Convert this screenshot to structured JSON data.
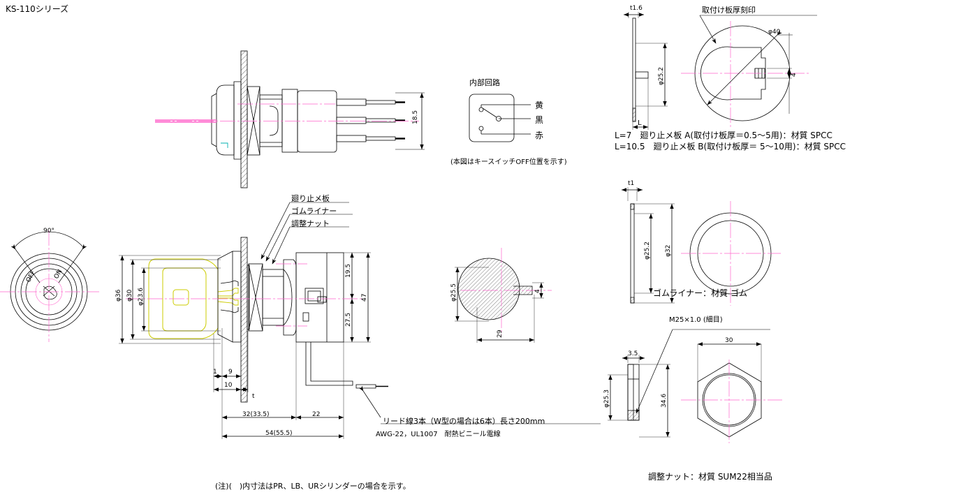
{
  "drawing": {
    "title": "KS-110シリーズ",
    "footnote": "(注)(　)内寸法はPR、LB、URシリンダーの場合を示す。"
  },
  "front_view": {
    "angle_label": "90°",
    "off_label": "OFF",
    "on_label": "ON"
  },
  "top_assembly": {
    "dim_height": "18.5",
    "label_plate": "廻り止メ板"
  },
  "circuit": {
    "title": "内部回路",
    "wire_yellow": "黄",
    "wire_black": "黒",
    "wire_red": "赤",
    "note": "(本図はキースイッチOFF位置を示す)"
  },
  "main_view": {
    "dim_d36": "φ36",
    "dim_d30": "φ30",
    "dim_d236": "φ23.6",
    "dim_1": "1",
    "dim_9": "9",
    "dim_10": "10",
    "dim_t": "t",
    "dim_32": "32(33.5)",
    "dim_22": "22",
    "dim_54": "54(55.5)",
    "dim_195": "19.5",
    "dim_275": "27.5",
    "dim_47": "47",
    "callout_plate": "廻り止メ板",
    "callout_liner": "ゴムライナー",
    "callout_nut": "調整ナット",
    "lead_note_1": "リード線3本（W型の場合は6本）長さ200mm",
    "lead_note_2": "AWG-22，UL1007　耐熱ビニール電線"
  },
  "section_view": {
    "dim_d255": "φ25.5",
    "dim_29": "29",
    "dim_4": "4"
  },
  "stop_plate": {
    "dim_t16": "t1.6",
    "dim_d252": "φ25.2",
    "dim_L": "L",
    "dim_d40": "φ40",
    "dim_4": "4",
    "callout_stamp": "取付け板厚刻印",
    "spec_A": "L=7　廻り止メ板 A(取付け板厚＝0.5〜5用)：材質 SPCC",
    "spec_B": "L=10.5　廻り止メ板 B(取付け板厚＝ 5〜10用)：材質 SPCC"
  },
  "rubber_liner": {
    "dim_t1": "t1",
    "dim_d252": "φ25.2",
    "dim_d32": "φ32",
    "caption": "ゴムライナー：材質 ゴム"
  },
  "adjust_nut": {
    "thread": "M25×1.0 (細目)",
    "dim_30": "30",
    "dim_346": "34.6",
    "dim_35": "3.5",
    "dim_d253": "φ25.3",
    "caption": "調整ナット：材質 SUM22相当品"
  },
  "colors": {
    "line": "#000000",
    "center": "#ff66cc",
    "key": "#cccc00",
    "cyan": "#00b0b0"
  }
}
